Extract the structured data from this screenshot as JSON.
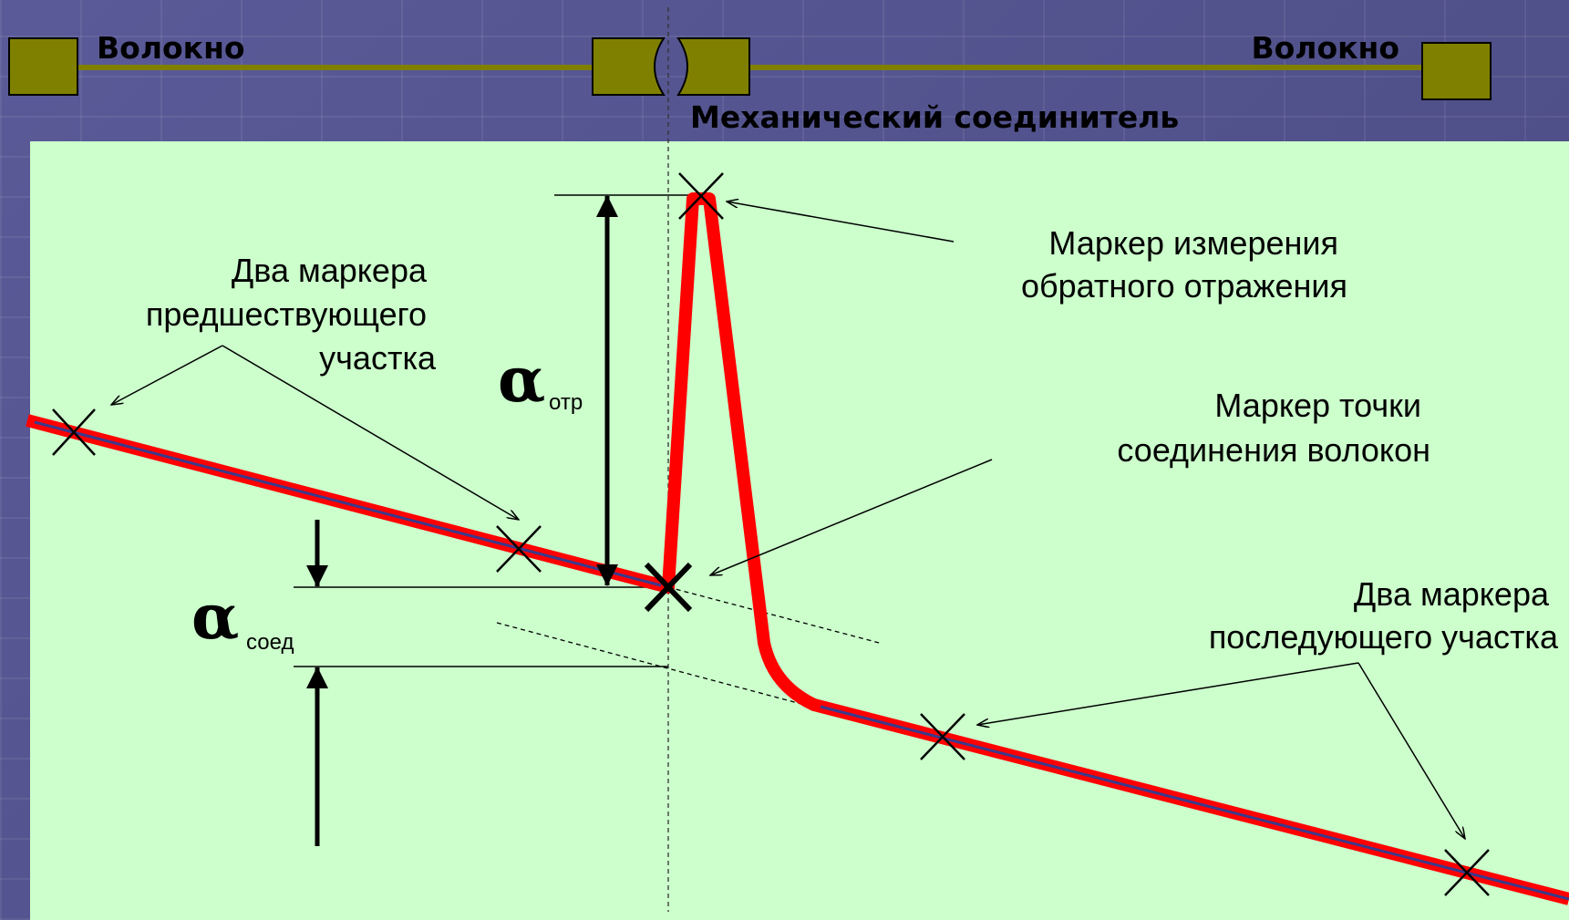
{
  "header": {
    "fiber_left_label": "Волокно",
    "fiber_right_label": "Волокно",
    "connector_label": "Механический соединитель",
    "fiber_color": "#808000"
  },
  "labels": {
    "reflection_marker": [
      "Маркер измерения",
      "обратного отражения"
    ],
    "junction_marker": [
      "Маркер точки",
      "соединения волокон"
    ],
    "preceding_markers": [
      "Два маркера",
      "предшествующего",
      "участка"
    ],
    "following_markers": [
      "Два маркера",
      "последующего участка"
    ],
    "alpha_reflection": {
      "symbol": "α",
      "subscript": "отр"
    },
    "alpha_junction": {
      "symbol": "α",
      "subscript": "соед"
    }
  },
  "colors": {
    "panel_bg": "#ccffcc",
    "trace": "#ff0000",
    "trace_core": "#3a3a8c",
    "page_bg": "#55558e"
  }
}
